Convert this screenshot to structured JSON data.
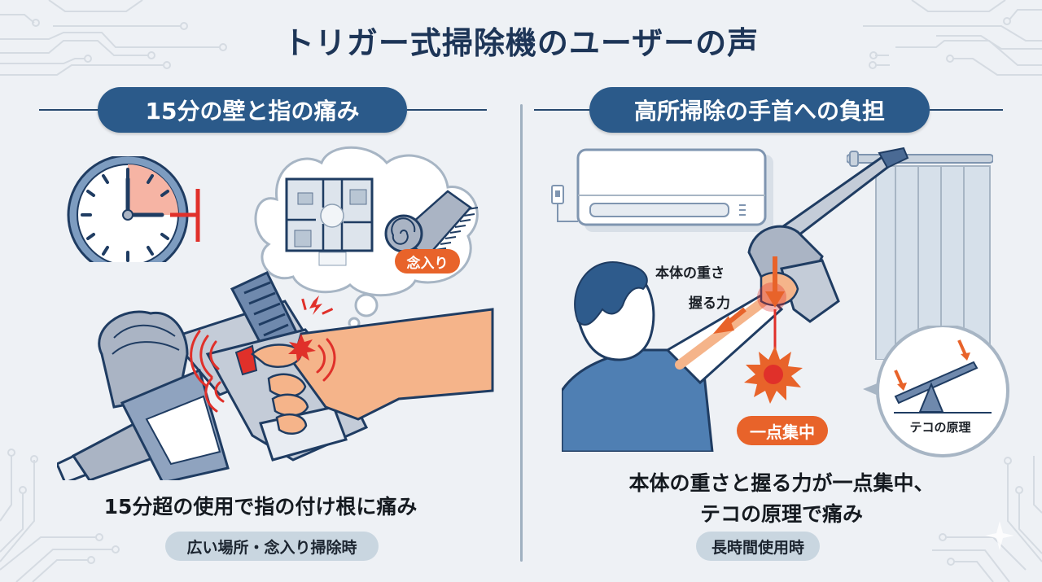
{
  "title": "トリガー式掃除機のユーザーの声",
  "colors": {
    "background": "#eef1f5",
    "title": "#1d3557",
    "header_pill": "#2b5a8a",
    "accent_orange": "#e8632a",
    "pain_red": "#e0302a",
    "tag_pill": "#c9d6e0",
    "line_art": "#2a4466",
    "device_gray": "#aab4c4",
    "skin": "#f5b48a"
  },
  "left_panel": {
    "header": "15分の壁と指の痛み",
    "illustration": {
      "clock_icon": "clock-15-minutes",
      "thought_bubble": {
        "icons": [
          "floor-plan-icon",
          "rolled-carpet-icon"
        ],
        "badge": "念入り"
      },
      "device": "trigger-vacuum-handheld",
      "pain_indicator": "finger-pain-burst"
    },
    "caption": "15分超の使用で指の付け根に痛み",
    "tag": "広い場所・念入り掃除時"
  },
  "right_panel": {
    "header": "高所掃除の手首への負担",
    "illustration": {
      "scene": [
        "air-conditioner-icon",
        "curtain-icon",
        "person-reaching-up"
      ],
      "force_labels": [
        "本体の重さ",
        "握る力"
      ],
      "impact_badge": "一点集中",
      "inset": {
        "icon": "seesaw-lever-icon",
        "label": "テコの原理"
      }
    },
    "caption_lines": [
      "本体の重さと握る力が一点集中、",
      "テコの原理で痛み"
    ],
    "tag": "長時間使用時"
  }
}
